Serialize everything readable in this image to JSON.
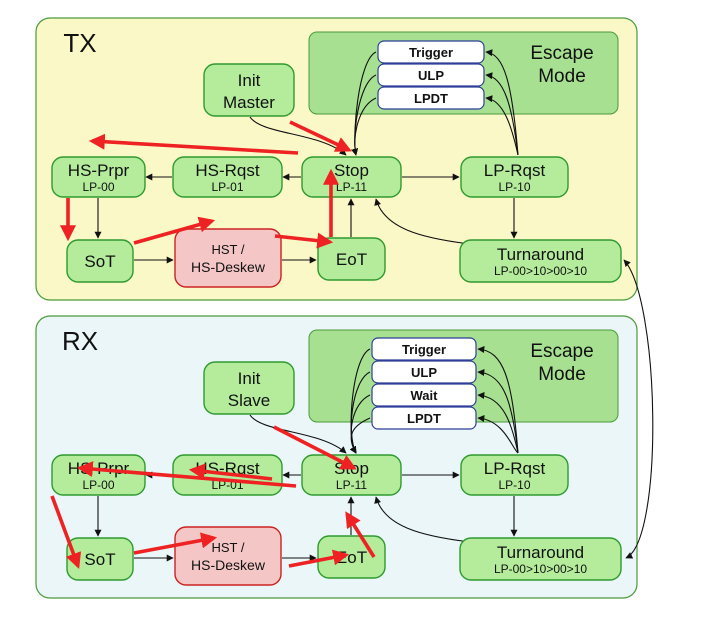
{
  "colors": {
    "tx_panel_fill": "#fbf8c8",
    "rx_panel_fill": "#eaf6f8",
    "panel_stroke": "#4a9a3a",
    "escape_fill": "#a6e090",
    "state_fill": "#b5ec9c",
    "state_stroke": "#2f9a2f",
    "hs_fill": "#f4c6c6",
    "hs_stroke": "#cc2222",
    "sub_fill": "#ffffff",
    "sub_stroke": "#2e3f9a",
    "red_arrow": "#ee2222",
    "black_arrow": "#111111"
  },
  "tx": {
    "title": "TX",
    "escape_mode": [
      "Escape",
      "Mode"
    ],
    "commands": [
      "Trigger",
      "ULP",
      "LPDT"
    ],
    "init": [
      "Init",
      "Master"
    ],
    "states": {
      "hs_prpr": [
        "HS-Prpr",
        "LP-00"
      ],
      "hs_rqst": [
        "HS-Rqst",
        "LP-01"
      ],
      "stop": [
        "Stop",
        "LP-11"
      ],
      "lp_rqst": [
        "LP-Rqst",
        "LP-10"
      ],
      "turnaround": [
        "Turnaround",
        "LP-00>10>00>10"
      ],
      "sot": [
        "SoT"
      ],
      "hst": [
        "HST /",
        "HS-Deskew"
      ],
      "eot": [
        "EoT"
      ]
    }
  },
  "rx": {
    "title": "RX",
    "escape_mode": [
      "Escape",
      "Mode"
    ],
    "commands": [
      "Trigger",
      "ULP",
      "Wait",
      "LPDT"
    ],
    "init": [
      "Init",
      "Slave"
    ],
    "states": {
      "hs_prpr": [
        "HS-Prpr",
        "LP-00"
      ],
      "hs_rqst": [
        "HS-Rqst",
        "LP-01"
      ],
      "stop": [
        "Stop",
        "LP-11"
      ],
      "lp_rqst": [
        "LP-Rqst",
        "LP-10"
      ],
      "turnaround": [
        "Turnaround",
        "LP-00>10>00>10"
      ],
      "sot": [
        "SoT"
      ],
      "hst": [
        "HST /",
        "HS-Deskew"
      ],
      "eot": [
        "EoT"
      ]
    }
  }
}
